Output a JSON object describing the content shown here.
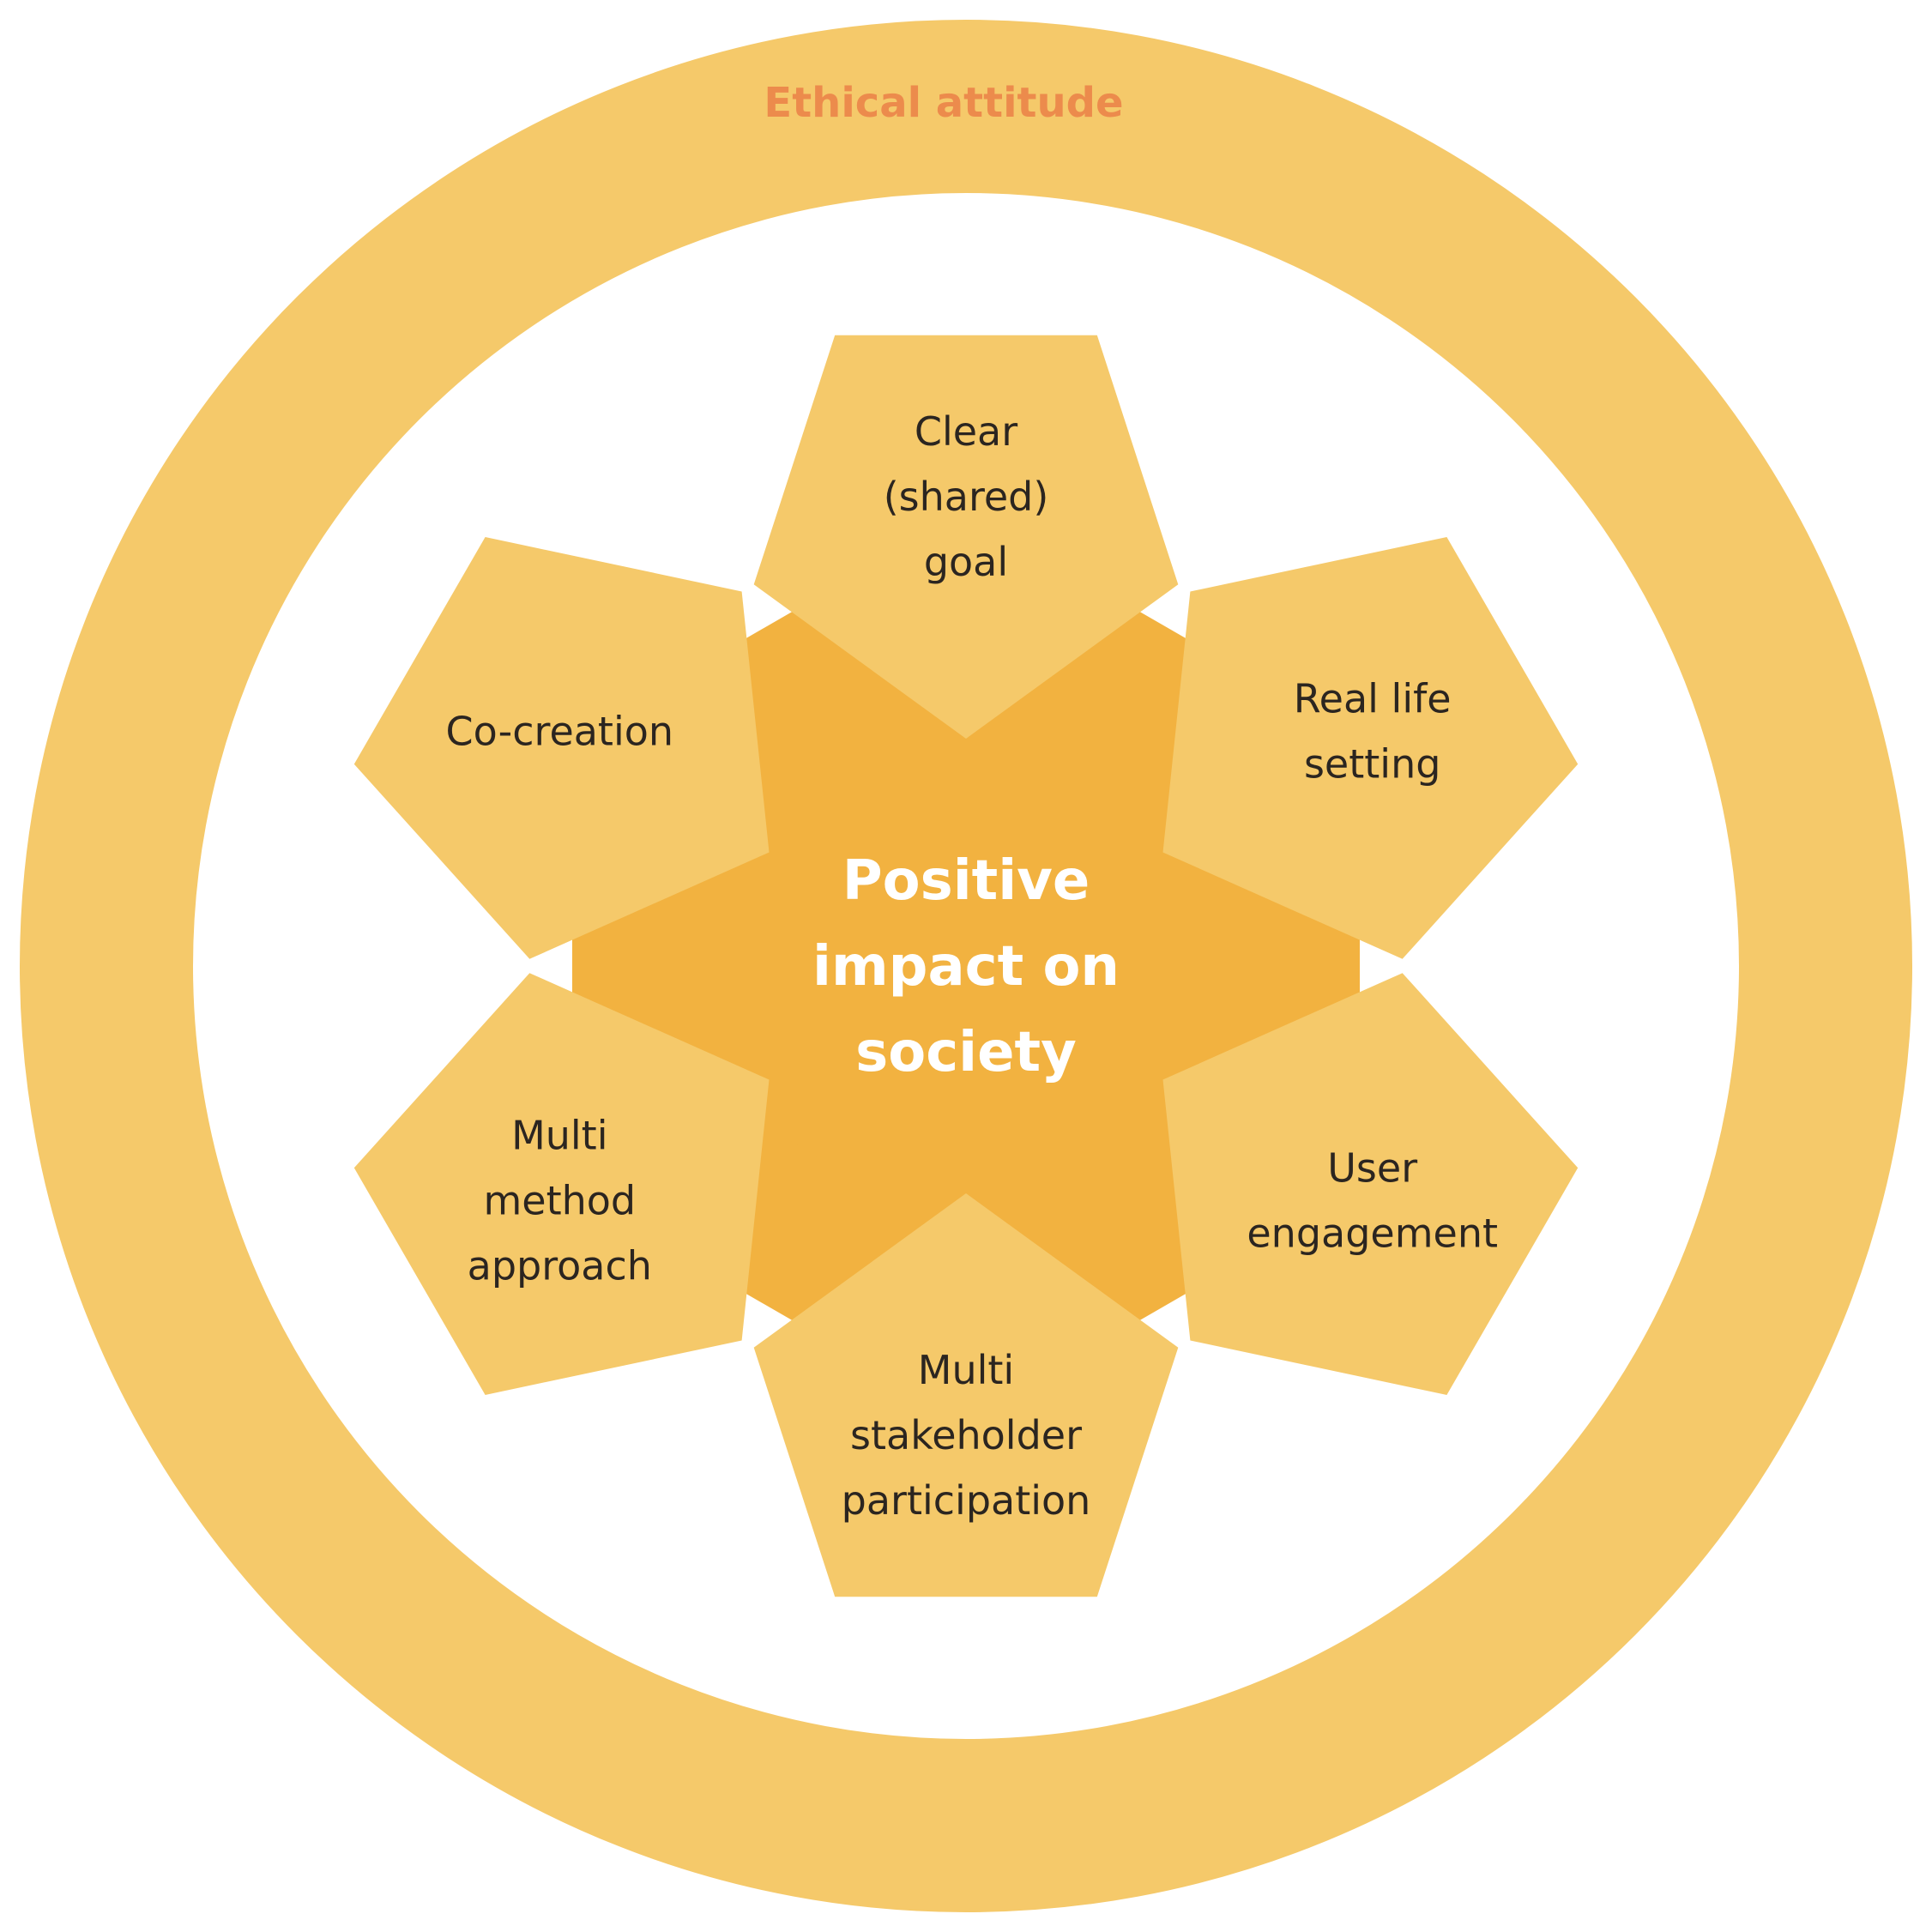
{
  "colors": {
    "background": "#ffffff",
    "ring": "#F5C96A",
    "hub": "#F2B240",
    "pentagon": "#F5C96A",
    "ring_label": "#EC8B4C",
    "center_text": "#ffffff",
    "pentagon_text": "#2B2520"
  },
  "outer_ring": {
    "label": "Ethical attitude"
  },
  "center": {
    "lines": [
      "Positive",
      "impact on",
      "society"
    ]
  },
  "elements": [
    {
      "id": "clear-shared-goal",
      "lines": [
        "Clear",
        "(shared)",
        "goal"
      ]
    },
    {
      "id": "real-life-setting",
      "lines": [
        "Real life",
        "setting"
      ]
    },
    {
      "id": "user-engagement",
      "lines": [
        "User",
        "engagement"
      ]
    },
    {
      "id": "multi-stakeholder-participation",
      "lines": [
        "Multi",
        "stakeholder",
        "participation"
      ]
    },
    {
      "id": "multi-method-approach",
      "lines": [
        "Multi",
        "method",
        "approach"
      ]
    },
    {
      "id": "co-creation",
      "lines": [
        "Co-creation"
      ]
    }
  ]
}
